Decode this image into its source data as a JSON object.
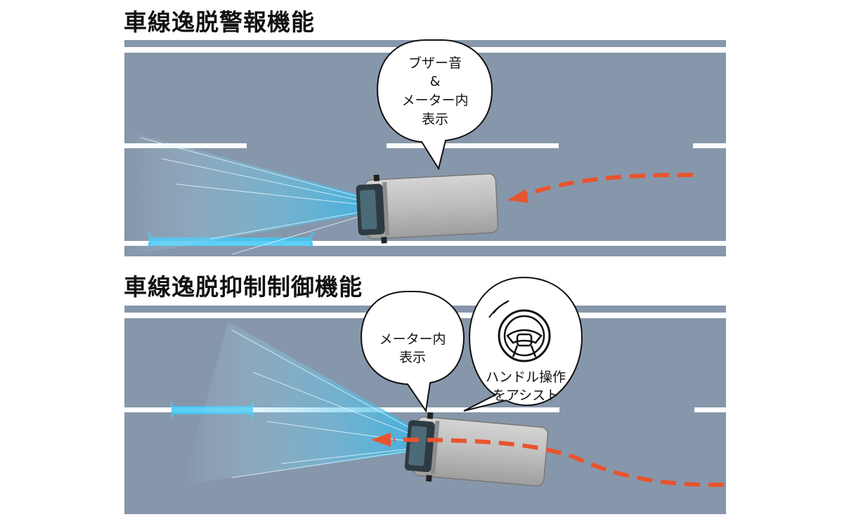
{
  "section1": {
    "title": "車線逸脱警報機能",
    "bubble_lines": [
      "ブザー音",
      "&",
      "メーター内",
      "表示"
    ]
  },
  "section2": {
    "title": "車線逸脱抑制制御機能",
    "bubble_left_lines": [
      "メーター内",
      "表示"
    ],
    "bubble_right_lines": [
      "ハンドル操作",
      "をアシスト"
    ],
    "steering_icon": "steering-wheel-icon"
  },
  "colors": {
    "road": "#8797ab",
    "lane_marking": "#ffffff",
    "arrow": "#e8542e",
    "sensor_beam": "#5ec8ec",
    "lane_highlight": "#3fc7f5",
    "van": "#b9b9b9"
  }
}
